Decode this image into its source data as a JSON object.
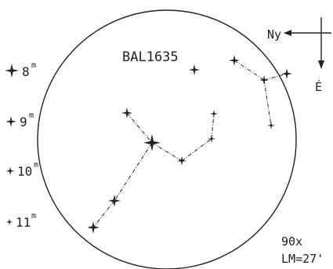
{
  "object_label": "BAL1635",
  "compass": {
    "north_label": "Ny",
    "east_label": "É"
  },
  "magnitude_scale": [
    {
      "mag": 8,
      "label": "8",
      "unit": "m"
    },
    {
      "mag": 9,
      "label": "9",
      "unit": "m"
    },
    {
      "mag": 10,
      "label": "10",
      "unit": "m"
    },
    {
      "mag": 11,
      "label": "11",
      "unit": "m"
    }
  ],
  "magnification": "90x",
  "limiting_magnitude": "LM=27'",
  "colors": {
    "ink": "#222222",
    "background": "#ffffff"
  }
}
